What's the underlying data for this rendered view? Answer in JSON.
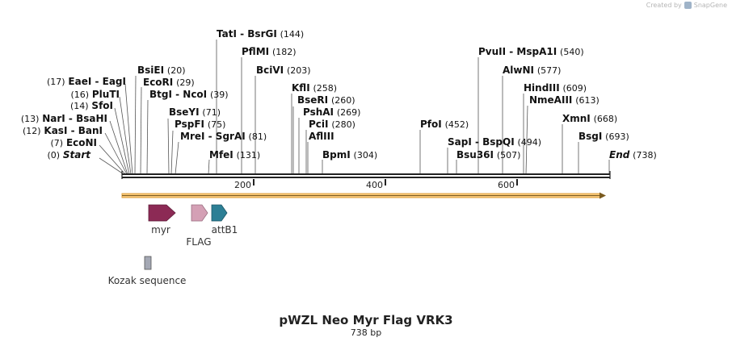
{
  "credit": {
    "text": "Created by",
    "brand": "SnapGene"
  },
  "map": {
    "name": "pWZL Neo Myr Flag VRK3",
    "length_label": "738 bp",
    "length": 738,
    "ruler_ticks": [
      "200",
      "400",
      "600"
    ],
    "sites": [
      {
        "label": "Start",
        "pos": "(0)",
        "italic": true
      },
      {
        "label": "EcoNI",
        "pos": "(7)"
      },
      {
        "label": "KasI - BanI",
        "pos": "(12)"
      },
      {
        "label": "NarI - BsaHI",
        "pos": "(13)"
      },
      {
        "label": "SfoI",
        "pos": "(14)"
      },
      {
        "label": "PluTI",
        "pos": "(16)"
      },
      {
        "label": "EaeI - EagI",
        "pos": "(17)"
      },
      {
        "label": "BsiEI",
        "pos": "(20)"
      },
      {
        "label": "EcoRI",
        "pos": "(29)"
      },
      {
        "label": "BtgI - NcoI",
        "pos": "(39)"
      },
      {
        "label": "BseYI",
        "pos": "(71)"
      },
      {
        "label": "PspFI",
        "pos": "(75)"
      },
      {
        "label": "MreI - SgrAI",
        "pos": "(81)"
      },
      {
        "label": "MfeI",
        "pos": "(131)"
      },
      {
        "label": "TatI - BsrGI",
        "pos": "(144)"
      },
      {
        "label": "PflMI",
        "pos": "(182)"
      },
      {
        "label": "BciVI",
        "pos": "(203)"
      },
      {
        "label": "KflI",
        "pos": "(258)"
      },
      {
        "label": "BseRI",
        "pos": "(260)"
      },
      {
        "label": "PshAI",
        "pos": "(269)"
      },
      {
        "label": "PciI",
        "pos": "(280)"
      },
      {
        "label": "AflIII",
        "pos": ""
      },
      {
        "label": "BpmI",
        "pos": "(304)"
      },
      {
        "label": "PfoI",
        "pos": "(452)"
      },
      {
        "label": "SapI - BspQI",
        "pos": "(494)"
      },
      {
        "label": "Bsu36I",
        "pos": "(507)"
      },
      {
        "label": "PvuII - MspA1I",
        "pos": "(540)"
      },
      {
        "label": "AlwNI",
        "pos": "(577)"
      },
      {
        "label": "HindIII",
        "pos": "(609)"
      },
      {
        "label": "NmeAIII",
        "pos": "(613)"
      },
      {
        "label": "XmnI",
        "pos": "(668)"
      },
      {
        "label": "BsgI",
        "pos": "(693)"
      },
      {
        "label": "End",
        "pos": "(738)",
        "italic": true
      }
    ],
    "features": [
      {
        "label": "myr",
        "color": "#8c2a55"
      },
      {
        "label": "FLAG",
        "color": "#d4a0b5"
      },
      {
        "label": "attB1",
        "color": "#2d7f95"
      },
      {
        "label": "Kozak sequence",
        "color": "#a4a8b4"
      }
    ],
    "orf_color": "#f0a830"
  }
}
